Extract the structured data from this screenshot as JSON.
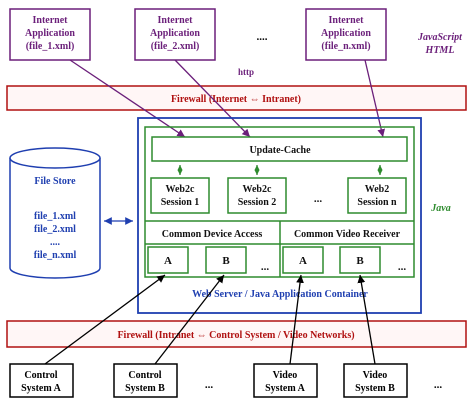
{
  "apps": [
    {
      "line1": "Internet",
      "line2": "Application",
      "line3": "(file_1.xml)"
    },
    {
      "line1": "Internet",
      "line2": "Application",
      "line3": "(file_2.xml)"
    },
    {
      "line1": "Internet",
      "line2": "Application",
      "line3": "(file_n.xml)"
    }
  ],
  "apps_ellipsis": "....",
  "tech_label_1": "JavaScript",
  "tech_label_2": "HTML",
  "http_label": "http",
  "firewall_top": "Firewall (Internet ⇔ Intranet)",
  "update_cache": "Update-Cache",
  "sessions": [
    {
      "line1": "Web2c",
      "line2": "Session 1"
    },
    {
      "line1": "Web2c",
      "line2": "Session 2"
    },
    {
      "line1": "Web2",
      "line2": "Session n"
    }
  ],
  "sessions_ellipsis": "...",
  "file_store": {
    "title": "File Store",
    "files": [
      "file_1.xml",
      "file_2.xml",
      "....",
      "file_n.xml"
    ]
  },
  "java_label": "Java",
  "device_access": "Common Device Access",
  "video_receiver": "Common Video Receiver",
  "device_ports": [
    "A",
    "B"
  ],
  "video_ports": [
    "A",
    "B"
  ],
  "ports_ellipsis": "...",
  "container_label": "Web Server / Java Application Container",
  "firewall_bottom": "Firewall (Intranet ⇔ Control System / Video Networks)",
  "systems": [
    {
      "line1": "Control",
      "line2": "System A"
    },
    {
      "line1": "Control",
      "line2": "System B"
    },
    {
      "line1": "Video",
      "line2": "System A"
    },
    {
      "line1": "Video",
      "line2": "System B"
    }
  ],
  "systems_ellipsis": "...",
  "colors": {
    "purple": "#6b1f7a",
    "red": "#b01010",
    "green": "#2e8b2e",
    "blue": "#1f3fb0",
    "firewall_fill": "#fff6f6"
  }
}
